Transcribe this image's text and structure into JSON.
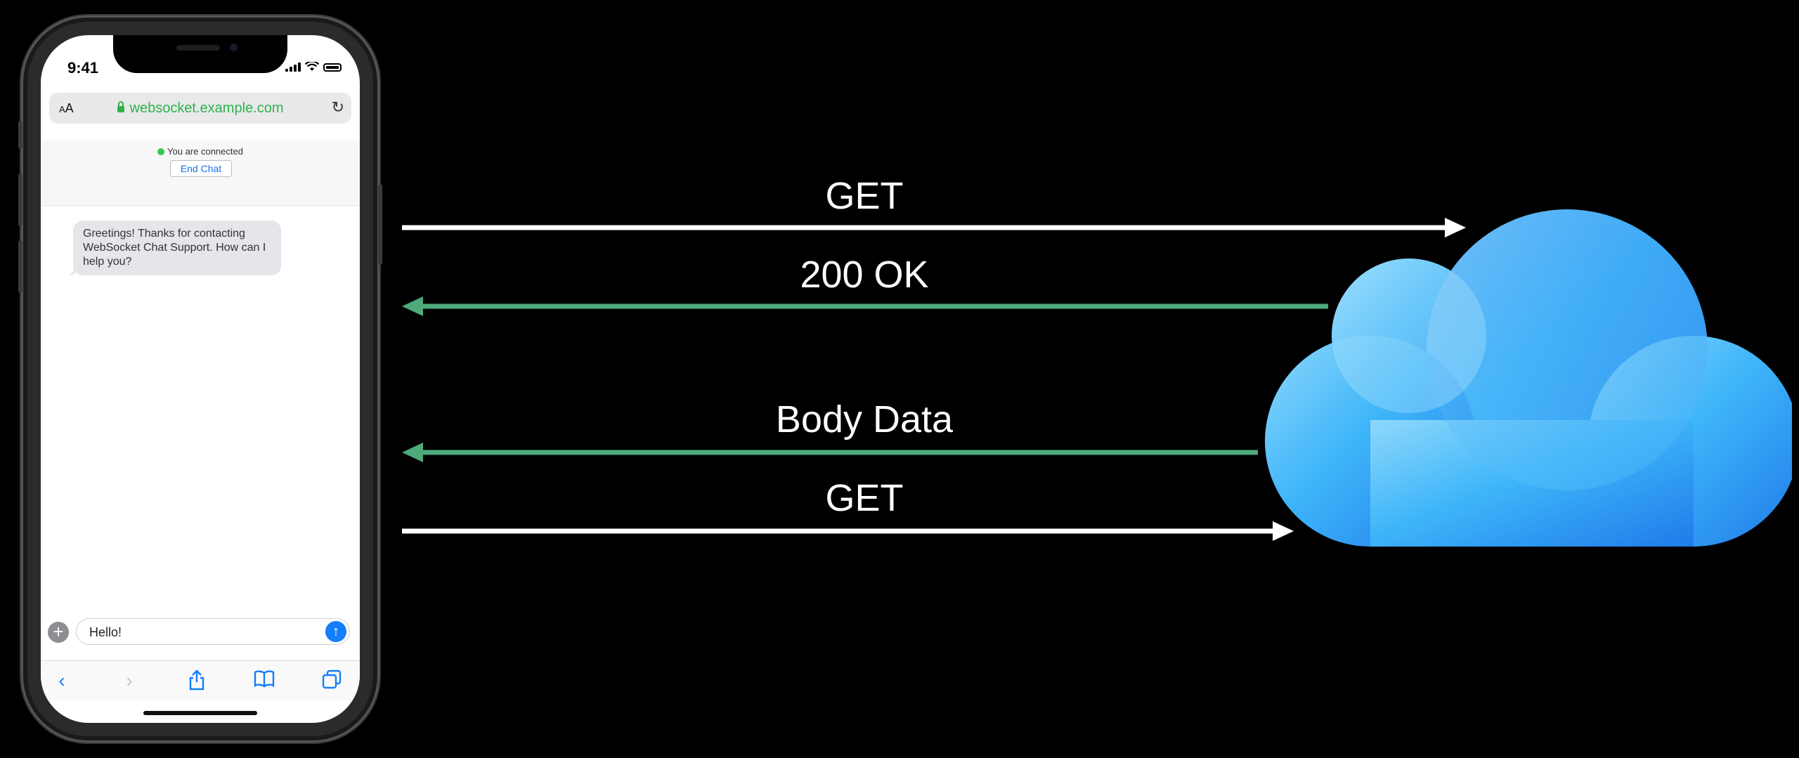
{
  "phone": {
    "time": "9:41",
    "url": "websocket.example.com",
    "text_size_button": "AA",
    "connection_status": "You are connected",
    "end_chat_label": "End Chat",
    "chat_message": "Greetings! Thanks for contacting WebSocket Chat Support. How can I help you?",
    "input_value": "Hello!"
  },
  "arrows": [
    {
      "label": "GET",
      "direction": "right",
      "color": "#ffffff"
    },
    {
      "label": "200 OK",
      "direction": "left",
      "color": "#4ea97b"
    },
    {
      "label": "Body Data",
      "direction": "left",
      "color": "#4ea97b"
    },
    {
      "label": "GET",
      "direction": "right",
      "color": "#ffffff"
    }
  ],
  "colors": {
    "accent_green": "#4ea97b",
    "url_green": "#2fb24a",
    "ios_blue": "#147efb",
    "cloud_blue": "#3fb1f8"
  },
  "icons": [
    "lock-icon",
    "reload-icon",
    "plus-icon",
    "send-icon",
    "back-icon",
    "forward-icon",
    "share-icon",
    "bookmarks-icon",
    "tabs-icon",
    "cloud-icon"
  ]
}
